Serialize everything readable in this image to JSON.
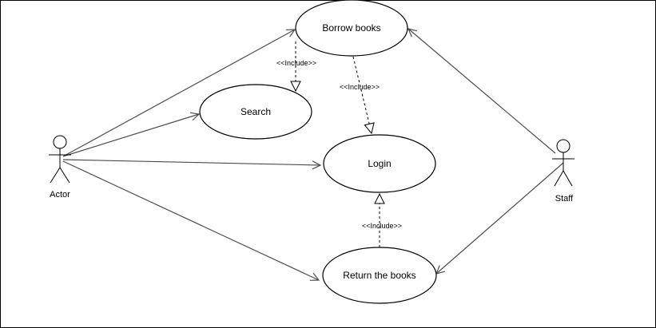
{
  "diagram": {
    "actors": {
      "actor": {
        "label": "Actor",
        "icon": "stick-figure-icon"
      },
      "staff": {
        "label": "Staff",
        "icon": "stick-figure-icon"
      }
    },
    "usecases": {
      "borrow_books": "Borrow books",
      "search": "Search",
      "login": "Login",
      "return_books": "Return the books"
    },
    "relations": {
      "include_label": "<<Include>>"
    },
    "colors": {
      "line": "#4d4d4d",
      "stroke": "#000000",
      "background": "#ffffff"
    }
  }
}
